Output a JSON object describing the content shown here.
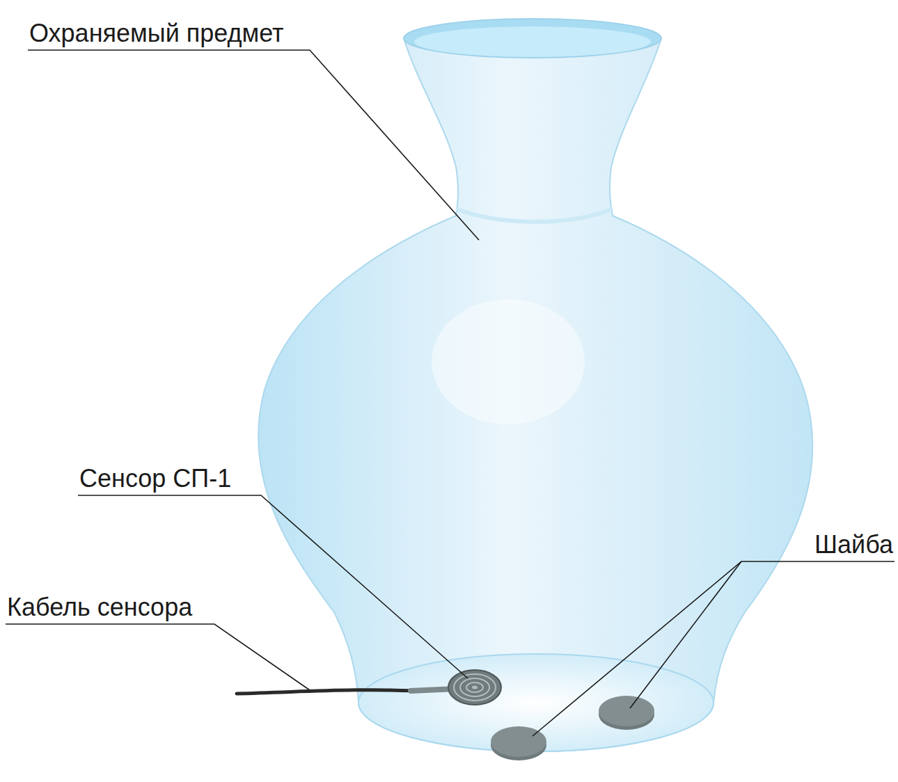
{
  "diagram": {
    "labels": [
      "Охраняемый предмет",
      "Сенсор СП-1",
      "Кабель сенсора",
      "Шайба"
    ]
  }
}
